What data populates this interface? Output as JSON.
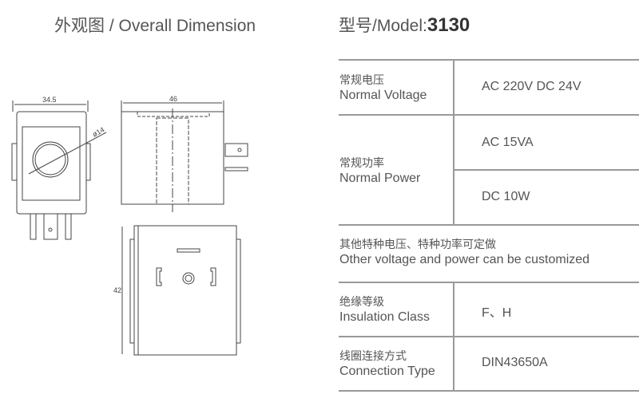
{
  "header": {
    "left_title": "外观图 / Overall Dimension",
    "model_prefix": "型号/Model:",
    "model_number": "3130"
  },
  "drawing": {
    "dim_width_front": "34.5",
    "dim_diameter": "ø14",
    "dim_width_side": "46",
    "dim_height": "42"
  },
  "specs": [
    {
      "cn": "常规电压",
      "en": "Normal Voltage",
      "values": [
        "AC 220V  DC 24V"
      ]
    },
    {
      "cn": "常规功率",
      "en": "Normal Power",
      "values": [
        "AC 15VA",
        "DC 10W"
      ]
    },
    {
      "cn": "其他特种电压、特种功率可定做",
      "en": "Other voltage and power can be customized"
    },
    {
      "cn": "绝缘等级",
      "en": "Insulation Class",
      "values": [
        "F、H"
      ]
    },
    {
      "cn": "线圈连接方式",
      "en": "Connection Type",
      "values": [
        "DIN43650A"
      ]
    }
  ]
}
